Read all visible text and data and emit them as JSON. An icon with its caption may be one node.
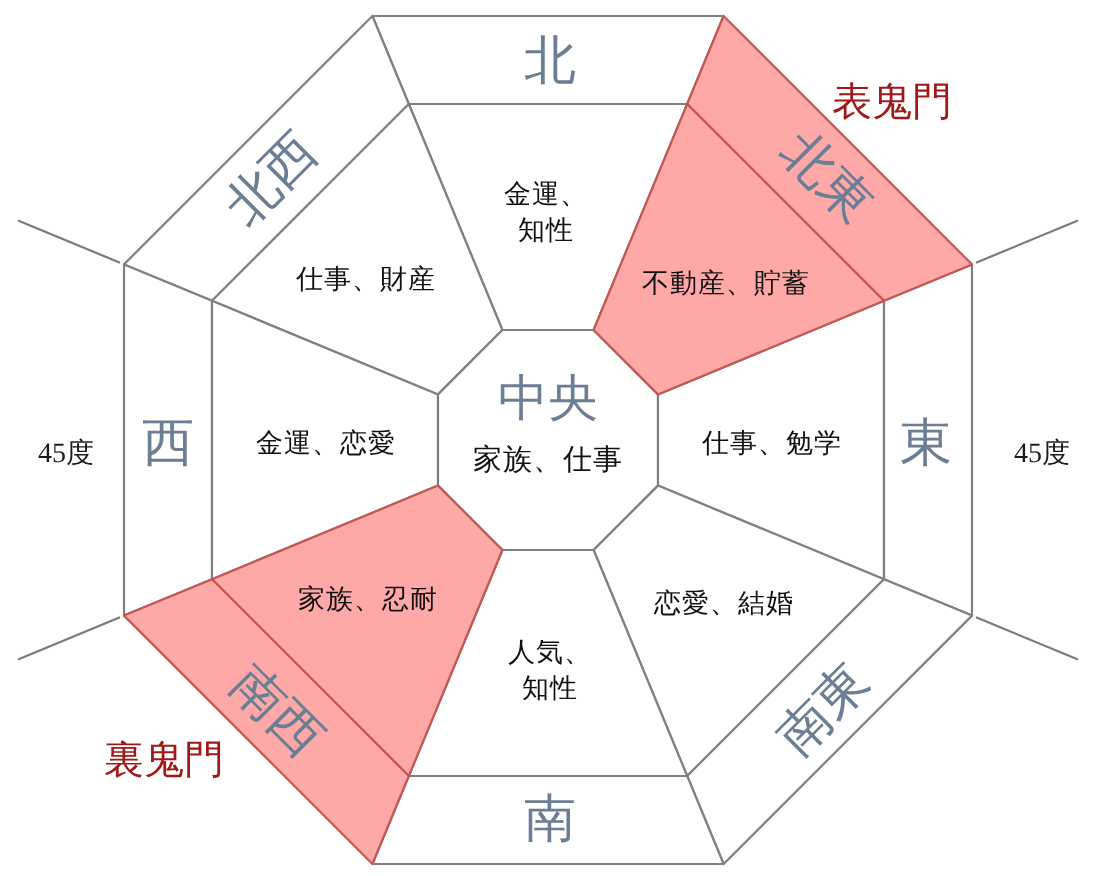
{
  "diagram": {
    "nodes": [
      {
        "text": [
          "北"
        ]
      },
      {
        "text": [
          "北西"
        ]
      },
      {
        "text": [
          "北東"
        ]
      },
      {
        "text": [
          "金運、知性"
        ]
      },
      {
        "text": [
          "仕事、財産"
        ]
      },
      {
        "text": [
          "不動産、貯蓄"
        ]
      },
      {
        "text": [
          "西"
        ]
      },
      {
        "text": [
          "金運、恋愛"
        ]
      },
      {
        "text": [
          "中央",
          "家族、仕事"
        ]
      },
      {
        "text": [
          "仕事、勉学"
        ]
      },
      {
        "text": [
          "東"
        ]
      },
      {
        "text": [
          "家族、忍耐"
        ]
      },
      {
        "text": [
          "恋愛、結婚"
        ]
      },
      {
        "text": [
          "人気、知性"
        ]
      },
      {
        "text": [
          "南西"
        ]
      },
      {
        "text": [
          "南東"
        ]
      },
      {
        "text": [
          "南"
        ]
      }
    ],
    "labels": [
      "表鬼門",
      "45度",
      "45度",
      "裏鬼門"
    ]
  }
}
